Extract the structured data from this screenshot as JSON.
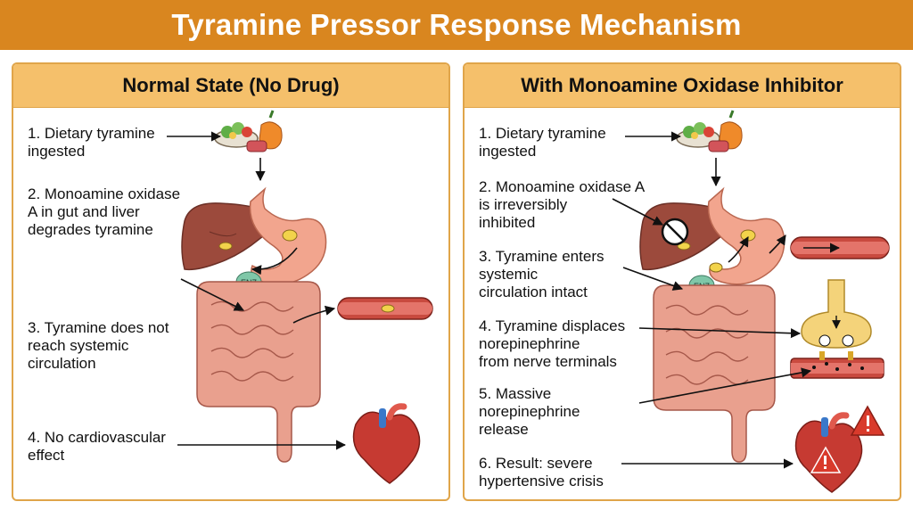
{
  "title": "Tyramine Pressor Response Mechanism",
  "left_panel": {
    "heading": "Normal State (No Drug)",
    "steps": [
      "1. Dietary tyramine\n    ingested",
      "2. Monoamine oxidase\n    A in gut and liver\n    degrades tyramine",
      "3. Tyramine does not\n    reach systemic\n    circulation",
      "4. No cardiovascular\n    effect"
    ]
  },
  "right_panel": {
    "heading": "With Monoamine Oxidase Inhibitor",
    "steps": [
      "1. Dietary tyramine\n    ingested",
      "2. Monoamine oxidase A\n    is irreversibly\n    inhibited",
      "3. Tyramine enters\n    systemic\n    circulation intact",
      "4. Tyramine displaces\n    norepinephrine\n    from nerve terminals",
      "5. Massive\n    norepinephrine\n    release",
      "6. Result: severe\n    hypertensive crisis"
    ]
  },
  "enzyme_label": "ENZ",
  "colors": {
    "title_bar": "#d9861f",
    "panel_header": "#f5c06b",
    "panel_border": "#e0a54a",
    "liver": "#9c4a3c",
    "stomach": "#f2a58e",
    "intestine": "#e9a08e",
    "vessel": "#c94a3f",
    "heart": "#c63a32",
    "warning": "#d93a2b"
  },
  "icons": [
    "food-icon",
    "liver-icon",
    "stomach-icon",
    "intestine-icon",
    "enzyme-icon",
    "blood-vessel-icon",
    "heart-icon",
    "nerve-terminal-icon",
    "inhibition-icon",
    "warning-icon"
  ]
}
